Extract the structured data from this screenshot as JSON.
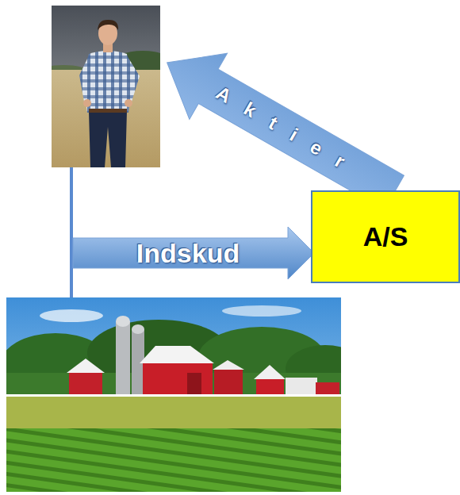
{
  "diagram": {
    "nodes": [
      {
        "text": [
          "A/S"
        ]
      }
    ],
    "labels": [
      "Indskud",
      "Aktier"
    ]
  }
}
